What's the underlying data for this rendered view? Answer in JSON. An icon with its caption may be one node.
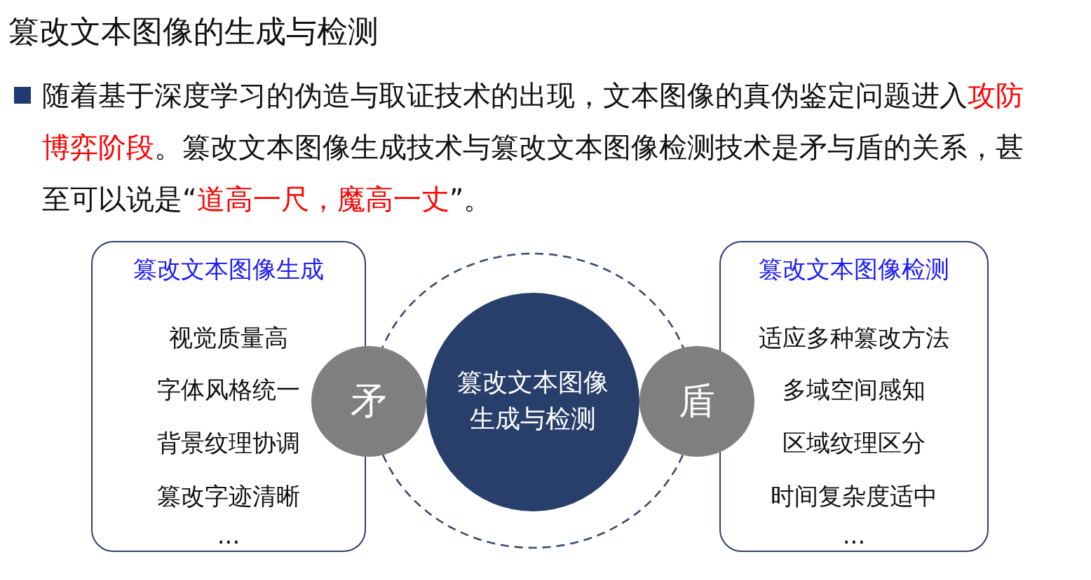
{
  "diagram": {
    "title": "篡改文本图像的生成与检测",
    "nodes": [
      {
        "text": [
          "篡改文本图像生成",
          "视觉质量高",
          "字体风格统一",
          "背景纹理协调",
          "篡改字迹清晰",
          "..."
        ]
      },
      {
        "text": [
          "篡改文本图像检测",
          "适应多种篡改方法",
          "多域空间感知",
          "区域纹理区分",
          "时间复杂度适中",
          "..."
        ]
      },
      {
        "text": [],
        "shape": "circle"
      },
      {
        "text": [
          "篡改文本图像生成与检测"
        ],
        "in": 2
      },
      {
        "text": [
          "矛"
        ]
      },
      {
        "text": [
          "盾"
        ]
      }
    ],
    "labels": [
      "随着基于深度学习的伪造与取证技术的出现，文本图像的真伪鉴定问题进入**攻防博弈阶段**。篡改文本图像生成技术与篡改文本图像检测技术是矛与盾的关系，甚至可以说是“**道高一尺，魔高一丈**”。"
    ]
  }
}
